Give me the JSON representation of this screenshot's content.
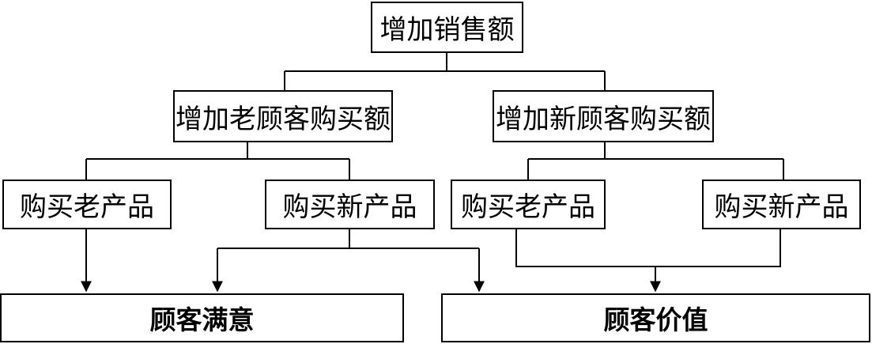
{
  "diagram": {
    "root": "增加销售额",
    "branches": {
      "old_customers": "增加老顾客购买额",
      "new_customers": "增加新顾客购买额"
    },
    "leaves": {
      "old_buy_old": "购买老产品",
      "old_buy_new": "购买新产品",
      "new_buy_old": "购买老产品",
      "new_buy_new": "购买新产品"
    },
    "outcomes": {
      "satisfaction": "顾客满意",
      "value": "顾客价值"
    }
  }
}
